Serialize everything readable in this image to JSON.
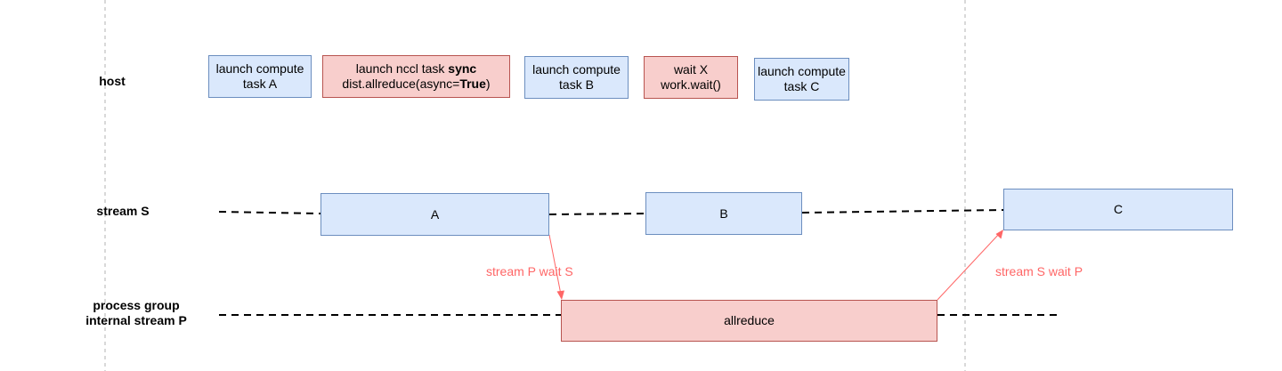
{
  "lanes": {
    "host": "host",
    "stream_s": "stream S",
    "process_group": [
      "process group",
      "internal stream P"
    ]
  },
  "host_tasks": {
    "task_a": [
      "launch compute",
      "task  A"
    ],
    "nccl_task": {
      "line1_prefix": "launch nccl task ",
      "line1_bold": "sync",
      "line2_prefix": "dist.allreduce(async=",
      "line2_bold": "True",
      "line2_suffix": ")"
    },
    "task_b": [
      "launch compute",
      "task  B"
    ],
    "wait_x": [
      "wait X",
      "work.wait()"
    ],
    "task_c": [
      "launch compute",
      "task  C"
    ]
  },
  "stream_s_blocks": {
    "a": "A",
    "b": "B",
    "c": "C"
  },
  "stream_p_blocks": {
    "allreduce": "allreduce"
  },
  "edges": {
    "p_wait_s": "stream P wait S",
    "s_wait_p": "stream S wait P"
  },
  "colors": {
    "blue_fill": "#dae8fc",
    "blue_stroke": "#6c8ebf",
    "red_fill": "#f8cecc",
    "red_stroke": "#b85450",
    "arrow": "#ff6666",
    "divider": "#b3b3b3"
  }
}
